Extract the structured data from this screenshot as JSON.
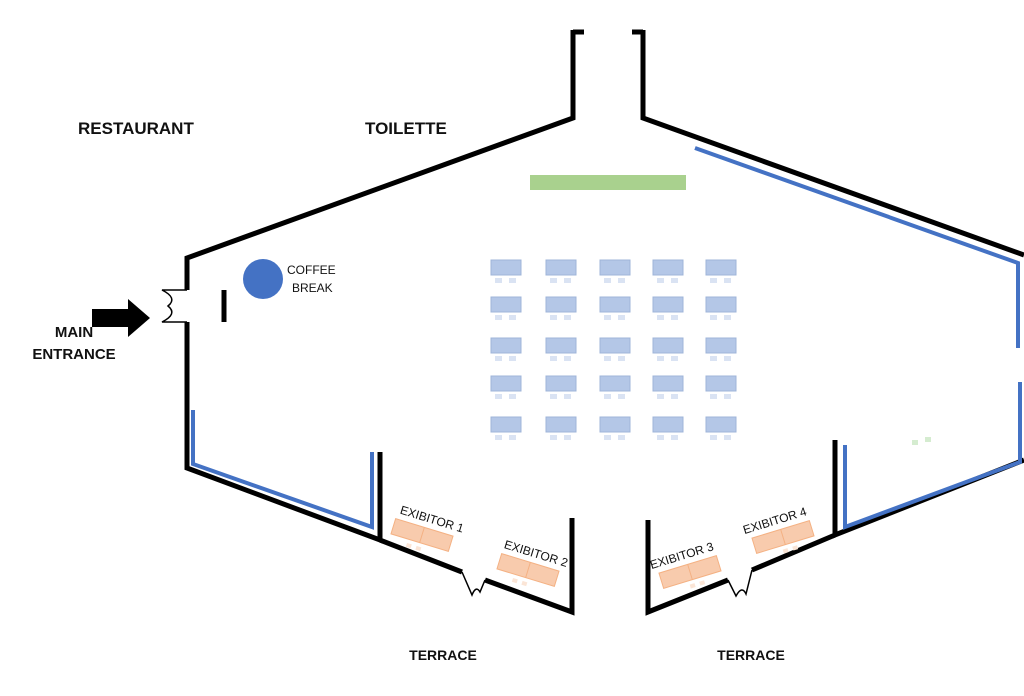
{
  "labels": {
    "restaurant": "RESTAURANT",
    "toilette": "TOILETTE",
    "coffee_line1": "COFFEE",
    "coffee_line2": "BREAK",
    "entrance_line1": "MAIN",
    "entrance_line2": "ENTRANCE",
    "terrace_left": "TERRACE",
    "terrace_right": "TERRACE"
  },
  "exhibitors": [
    "EXIBITOR 1",
    "EXIBITOR 2",
    "EXIBITOR 3",
    "EXIBITOR 4"
  ],
  "seating": {
    "rows": 5,
    "columns": 5
  },
  "colors": {
    "wall": "#000000",
    "accent_wall": "#4472c4",
    "stage": "#a9d18e",
    "coffee": "#4472c4",
    "table": "#b4c7e7",
    "chair": "#dae3f3",
    "exhibitor_table": "#f8cbad"
  }
}
